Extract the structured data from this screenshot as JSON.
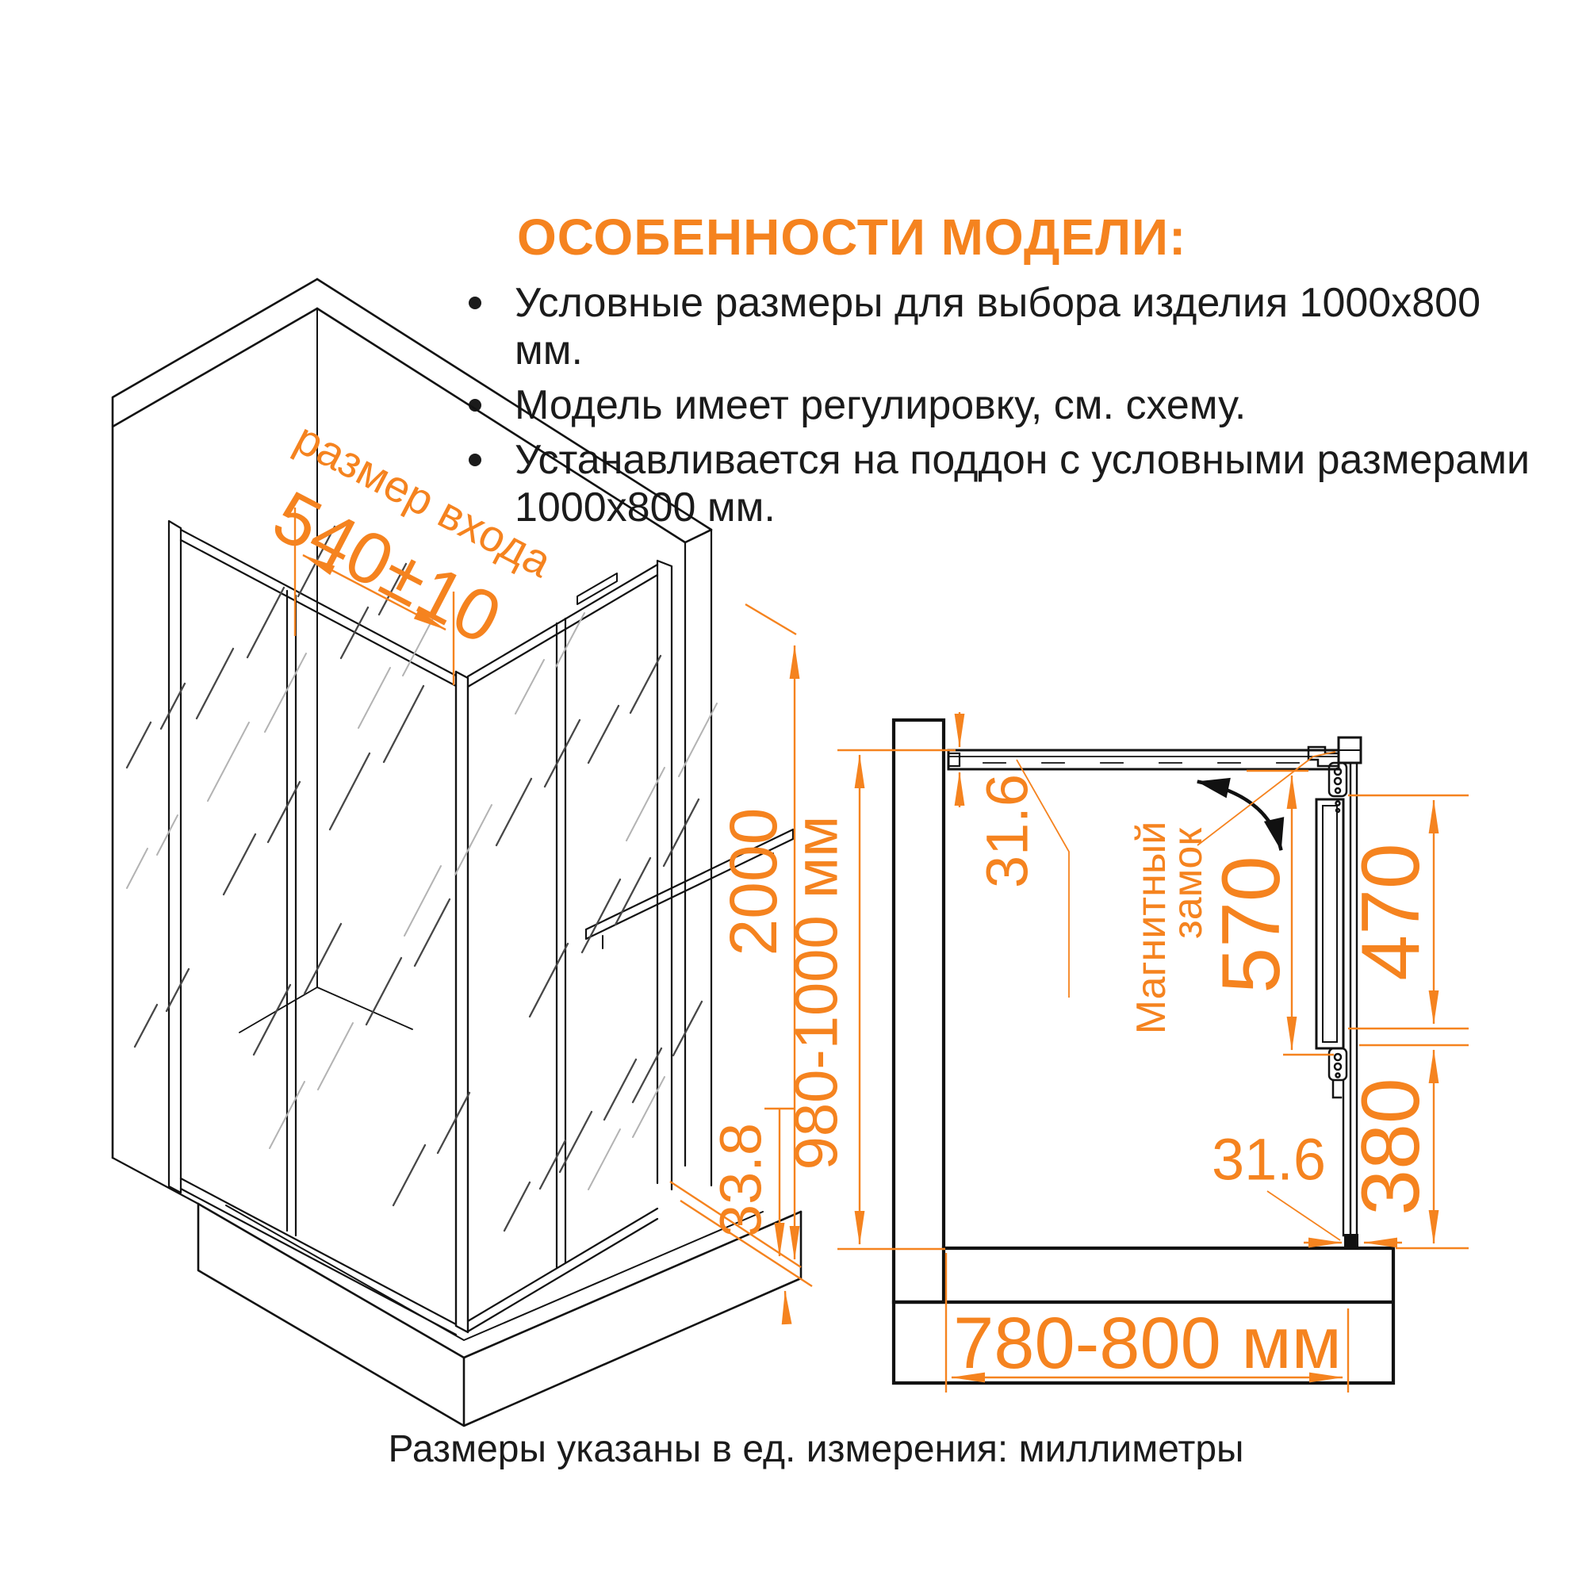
{
  "features": {
    "title": "ОСОБЕННОСТИ МОДЕЛИ:",
    "bullets": [
      "Условные размеры для выбора изделия 1000x800 мм.",
      "Модель имеет регулировку, см. схему.",
      "Устанавливается на поддон с условными размерами 1000x800 мм."
    ]
  },
  "colors": {
    "accent": "#f5831f",
    "line": "#121212",
    "text": "#1b1b1b"
  },
  "iso_view": {
    "entrance_label": "размер входа",
    "entrance_width": "540±10",
    "height": "2000",
    "tray_lip": "33.8"
  },
  "plan_view": {
    "depth": "980-1000 мм",
    "top_profile_width": "31.6",
    "magnet_label_line1": "Магнитный",
    "magnet_label_line2": "замок",
    "door_opening": "570",
    "door_panel": "470",
    "fixed_panel": "380",
    "bottom_profile_width": "31.6",
    "width": "780-800 мм"
  },
  "footer": {
    "note": "Размеры указаны в ед. измерения: миллиметры"
  }
}
